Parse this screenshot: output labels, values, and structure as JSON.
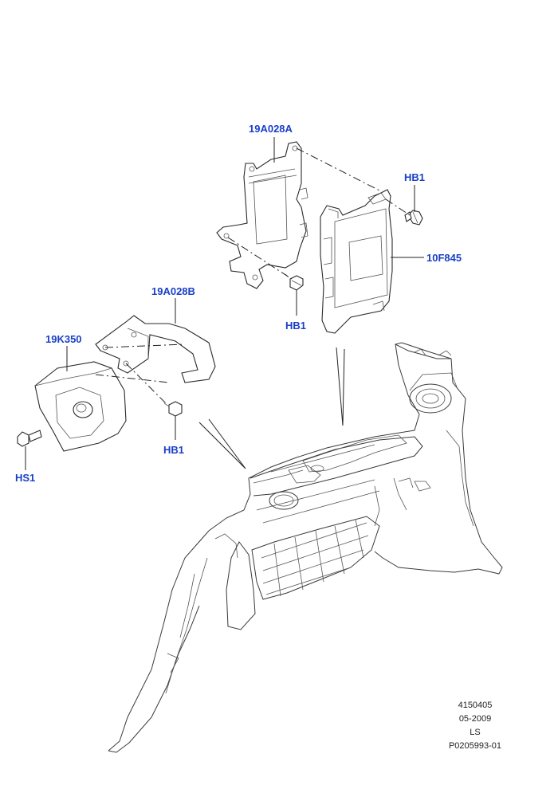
{
  "callouts": {
    "bracket_top": "19A028A",
    "hb1_top": "HB1",
    "module": "10F845",
    "hb1_mid": "HB1",
    "bracket_lower": "19A028B",
    "camera": "19K350",
    "hb1_lower": "HB1",
    "hs1": "HS1"
  },
  "stamp": {
    "line1": "4150405",
    "line2": "05-2009",
    "line3": "LS",
    "line4": "P0205993-01"
  },
  "colors": {
    "callout": "#1a3fc7",
    "line": "#2a2a2a"
  }
}
